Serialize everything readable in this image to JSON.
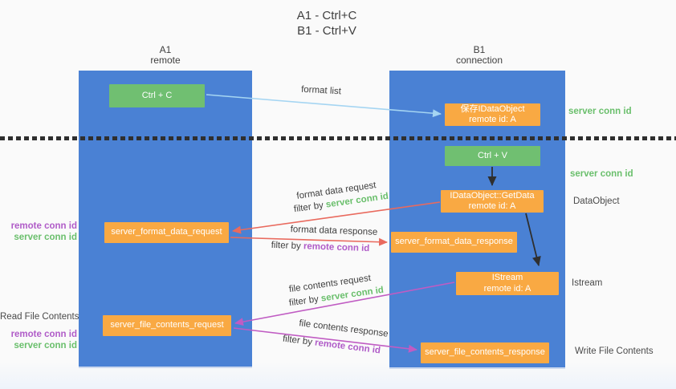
{
  "colors": {
    "column_blue": "#4a81d4",
    "box_green": "#70bf71",
    "box_orange": "#f9a943",
    "arrow_lightblue": "#a5d5f2",
    "arrow_red": "#e96a5e",
    "arrow_magenta": "#c05cc3",
    "arrow_black": "#2f2f2f",
    "text_green": "#6abf6c",
    "text_purple": "#b05cc8"
  },
  "title": {
    "line1": "A1 - Ctrl+C",
    "line2": "B1 - Ctrl+V"
  },
  "lifelines": {
    "left": {
      "name": "A1",
      "role": "remote"
    },
    "right": {
      "name": "B1",
      "role": "connection"
    }
  },
  "nodes": {
    "ctrl_c": "Ctrl + C",
    "ctrl_v": "Ctrl + V",
    "save_dataobject_line1": "保存IDataObject",
    "save_dataobject_line2": "remote id: A",
    "getdata_line1": "IDataObject::GetData",
    "getdata_line2": "remote id: A",
    "istream_line1": "IStream",
    "istream_line2": "remote id: A",
    "format_request": "server_format_data_request",
    "format_response": "server_format_data_response",
    "file_request": "server_file_contents_request",
    "file_response": "server_file_contents_response"
  },
  "arrow_labels": {
    "format_list": "format list",
    "format_data_request": "format data request",
    "format_data_request_filter_prefix": "filter by ",
    "format_data_request_filter_key": "server conn id",
    "format_data_response": "format data response",
    "format_data_response_filter_prefix": "filter by ",
    "format_data_response_filter_key": "remote conn id",
    "file_contents_request": "file contents request",
    "file_contents_request_filter_prefix": "filter by ",
    "file_contents_request_filter_key": "server conn id",
    "file_contents_response": "file contents response",
    "file_contents_response_filter_prefix": "filter by ",
    "file_contents_response_filter_key": "remote conn id"
  },
  "side_labels": {
    "server_conn_id_top": "server conn id",
    "server_conn_id_mid": "server conn id",
    "dataobject": "DataObject",
    "istream": "Istream",
    "write_file_contents": "Write File Contents",
    "remote_conn_id_1": "remote conn id",
    "server_conn_id_1": "server conn id",
    "read_file_contents": "Read File Contents",
    "remote_conn_id_2": "remote conn id",
    "server_conn_id_2": "server conn id"
  }
}
